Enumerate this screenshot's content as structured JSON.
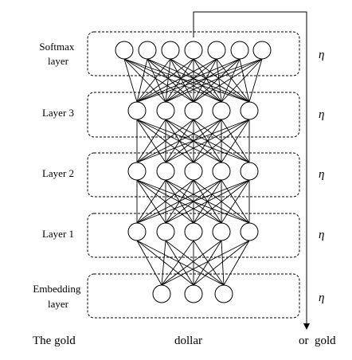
{
  "layers": [
    {
      "id": "softmax",
      "label_lines": [
        "Softmax",
        "layer"
      ],
      "nodes": 7,
      "eta": "η"
    },
    {
      "id": "layer3",
      "label_lines": [
        "Layer 3"
      ],
      "nodes": 5,
      "eta": "η"
    },
    {
      "id": "layer2",
      "label_lines": [
        "Layer 2"
      ],
      "nodes": 5,
      "eta": "η"
    },
    {
      "id": "layer1",
      "label_lines": [
        "Layer 1"
      ],
      "nodes": 5,
      "eta": "η"
    },
    {
      "id": "embedding",
      "label_lines": [
        "Embedding",
        "layer"
      ],
      "nodes": 3,
      "eta": "η"
    }
  ],
  "words": {
    "left": "The gold",
    "middle": "dollar",
    "right": "or  gold"
  }
}
